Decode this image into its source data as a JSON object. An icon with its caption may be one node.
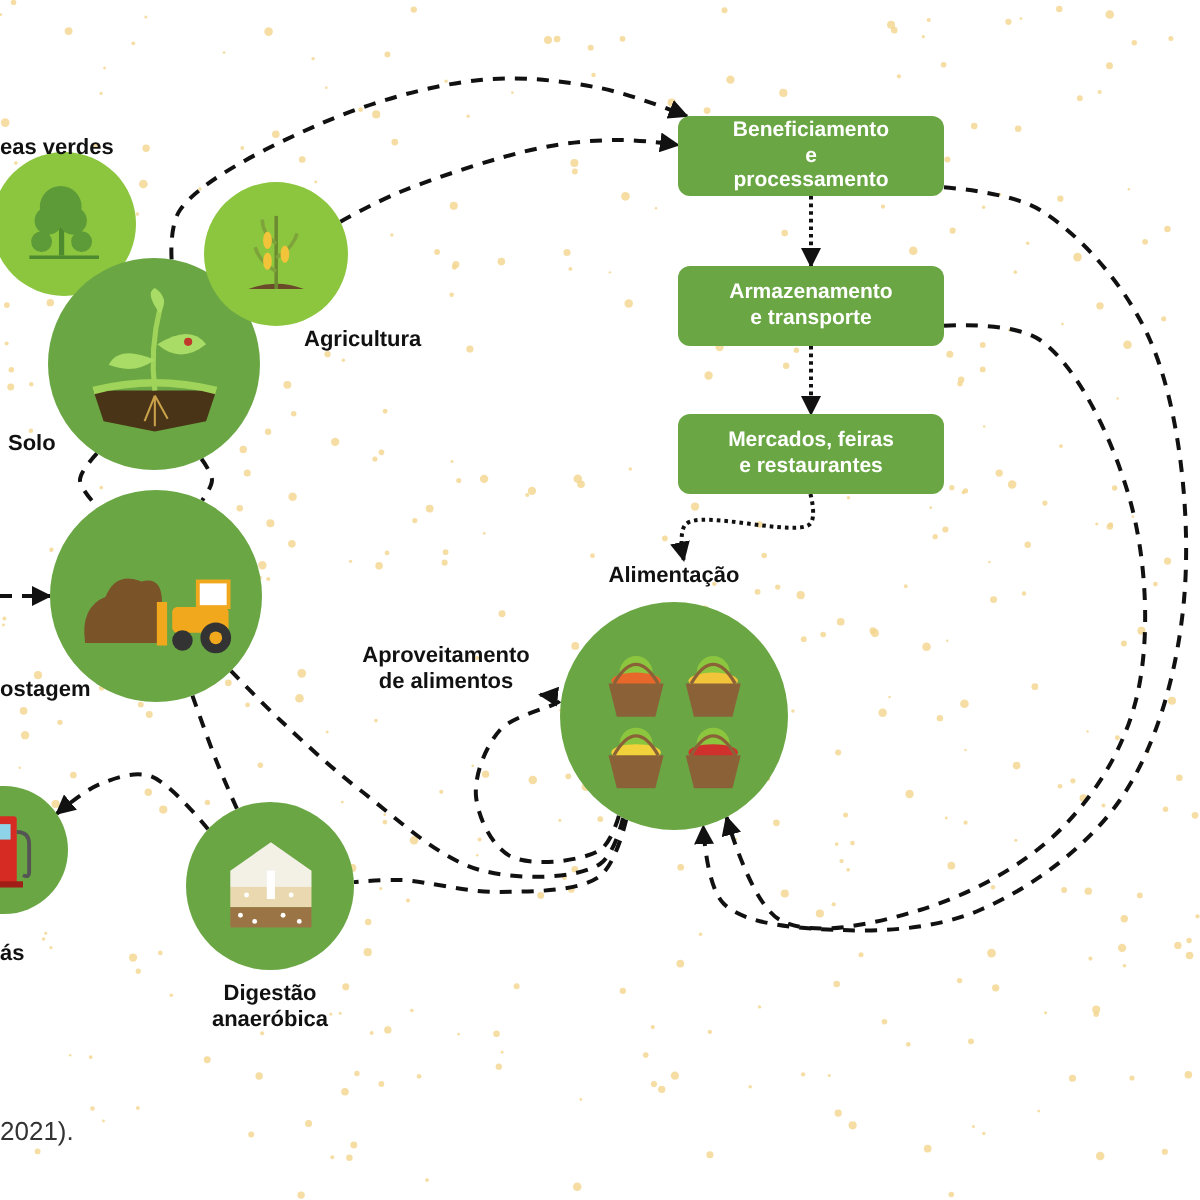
{
  "diagram": {
    "nodes": [
      {
        "text": [
          "eas verdes"
        ]
      },
      {
        "text": [
          "Solo"
        ]
      },
      {
        "text": [
          "Agricultura"
        ]
      },
      {
        "text": [
          "ostagem"
        ]
      },
      {
        "text": [
          "ás"
        ]
      },
      {
        "text": [
          "Digestão anaeróbica"
        ]
      },
      {
        "text": [
          "Beneficiamento e processamento"
        ]
      },
      {
        "text": [
          "Armazenamento e transporte"
        ]
      },
      {
        "text": [
          "Mercados, feiras e restaurantes"
        ]
      },
      {
        "text": [
          "Alimentação"
        ]
      },
      {
        "text": [
          "Aproveitamento de alimentos"
        ]
      }
    ],
    "edges": [
      {
        "from": 1,
        "to": 6,
        "arrow": "to"
      },
      {
        "from": 2,
        "to": 6,
        "arrow": "to"
      },
      {
        "from": 6,
        "to": 7,
        "arrow": "to",
        "style": "dashed"
      },
      {
        "from": 7,
        "to": 8,
        "arrow": "to",
        "style": "dashed"
      },
      {
        "from": 8,
        "to": 9,
        "arrow": "to",
        "style": "dashed"
      },
      {
        "from": 6,
        "to": 9,
        "arrow": "to"
      },
      {
        "from": 7,
        "to": 9,
        "arrow": "to"
      },
      {
        "from": 9,
        "to": 10,
        "arrow": "to"
      },
      {
        "from": 9,
        "to": 3,
        "arrow": "none"
      },
      {
        "from": 9,
        "to": 5,
        "arrow": "none"
      },
      {
        "from": 1,
        "to": 3,
        "arrow": "none"
      },
      {
        "from": 1,
        "to": 3,
        "arrow": "none"
      },
      {
        "from": null,
        "to": 3,
        "arrow": "to"
      },
      {
        "from": 3,
        "to": 5,
        "arrow": "none"
      },
      {
        "from": 5,
        "to": 4,
        "arrow": "to"
      }
    ],
    "labels": [
      "2021)."
    ]
  }
}
